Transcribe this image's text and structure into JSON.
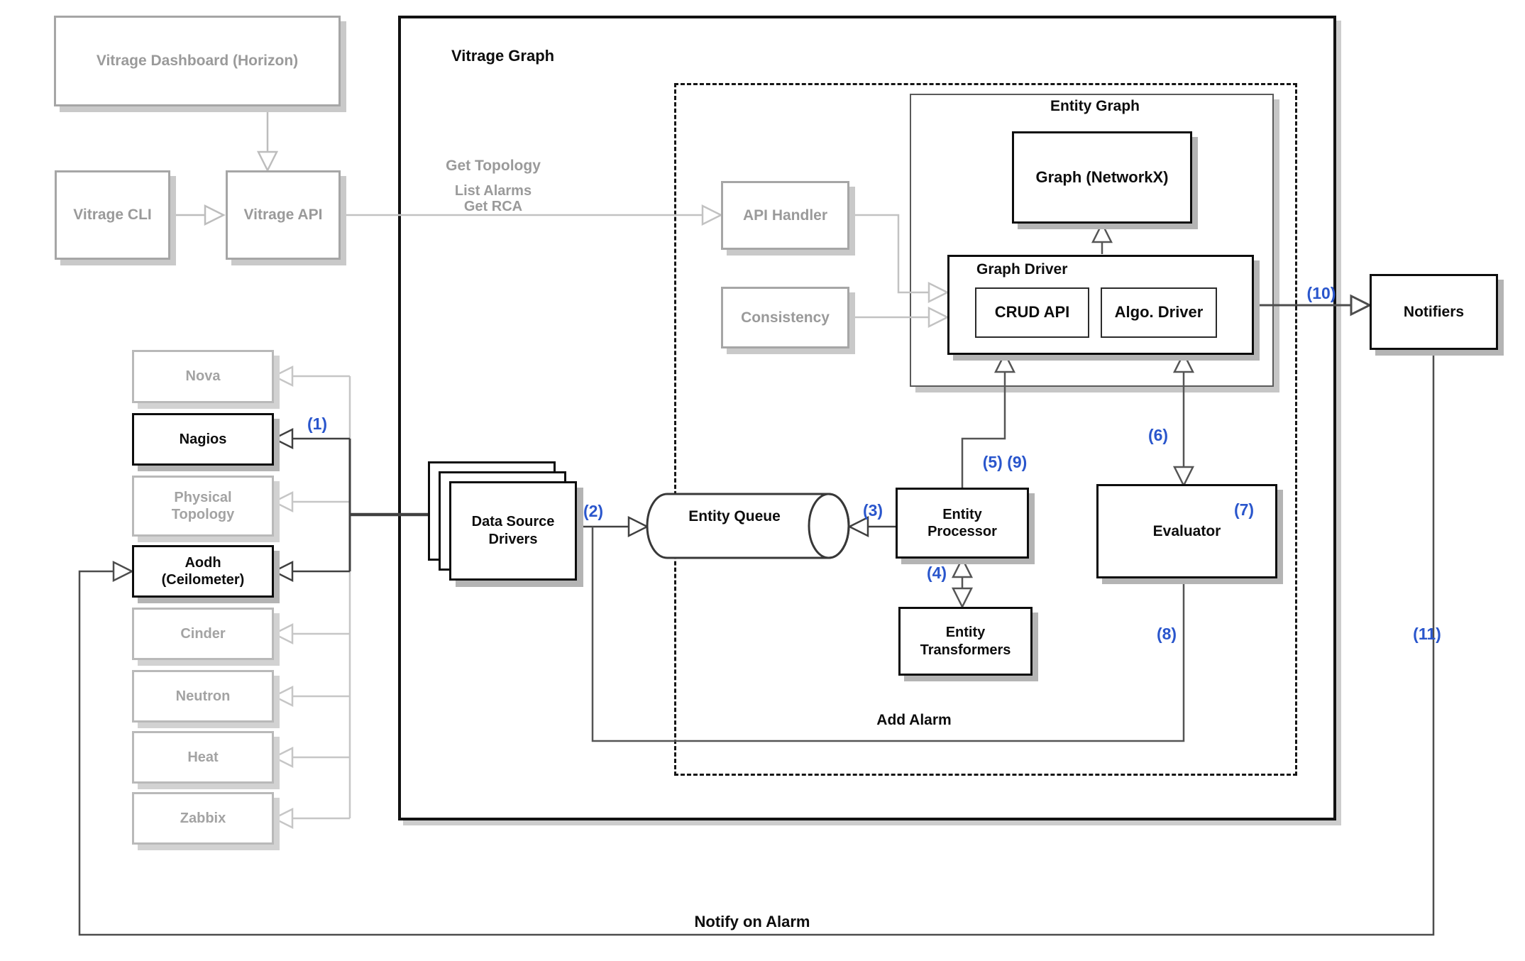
{
  "clients": {
    "dashboard": "Vitrage Dashboard (Horizon)",
    "cli": "Vitrage CLI",
    "api": "Vitrage API"
  },
  "graph": {
    "title": "Vitrage Graph",
    "api_handler": "API Handler",
    "consistency": "Consistency",
    "entity_graph": {
      "title": "Entity Graph",
      "networkx": "Graph (NetworkX)",
      "graph_driver": {
        "title": "Graph Driver",
        "crud_api": "CRUD API",
        "algo_driver": "Algo. Driver"
      }
    },
    "data_source_drivers": "Data Source Drivers",
    "entity_queue": "Entity Queue",
    "entity_processor": "Entity Processor",
    "entity_transformers": "Entity Transformers",
    "evaluator": "Evaluator"
  },
  "notifiers": {
    "label": "Notifiers"
  },
  "sources": {
    "items": [
      {
        "label": "Nova",
        "emphasized": false
      },
      {
        "label": "Nagios",
        "emphasized": true
      },
      {
        "label": "Physical Topology",
        "emphasized": false
      },
      {
        "label": "Aodh (Ceilometer)",
        "emphasized": true
      },
      {
        "label": "Cinder",
        "emphasized": false
      },
      {
        "label": "Neutron",
        "emphasized": false
      },
      {
        "label": "Heat",
        "emphasized": false
      },
      {
        "label": "Zabbix",
        "emphasized": false
      }
    ]
  },
  "flow_labels": {
    "get_topology": "Get Topology",
    "list_alarms": "List Alarms",
    "get_rca": "Get RCA",
    "add_alarm": "Add Alarm",
    "notify_on_alarm": "Notify on Alarm"
  },
  "annotations": {
    "s1": "(1)",
    "s2": "(2)",
    "s3": "(3)",
    "s4": "(4)",
    "s5_9": "(5) (9)",
    "s6": "(6)",
    "s7": "(7)",
    "s8": "(8)",
    "s10": "(10)",
    "s11": "(11)"
  },
  "colors": {
    "annotation_blue": "#2a56cc",
    "dark_line": "#404040",
    "light_line": "#bdbdbd",
    "gray_box_border": "#a6a6a6",
    "gray_text": "#9a9a9a",
    "black_box_border": "#0d0d0d",
    "shadow": "#c9c9c9"
  }
}
